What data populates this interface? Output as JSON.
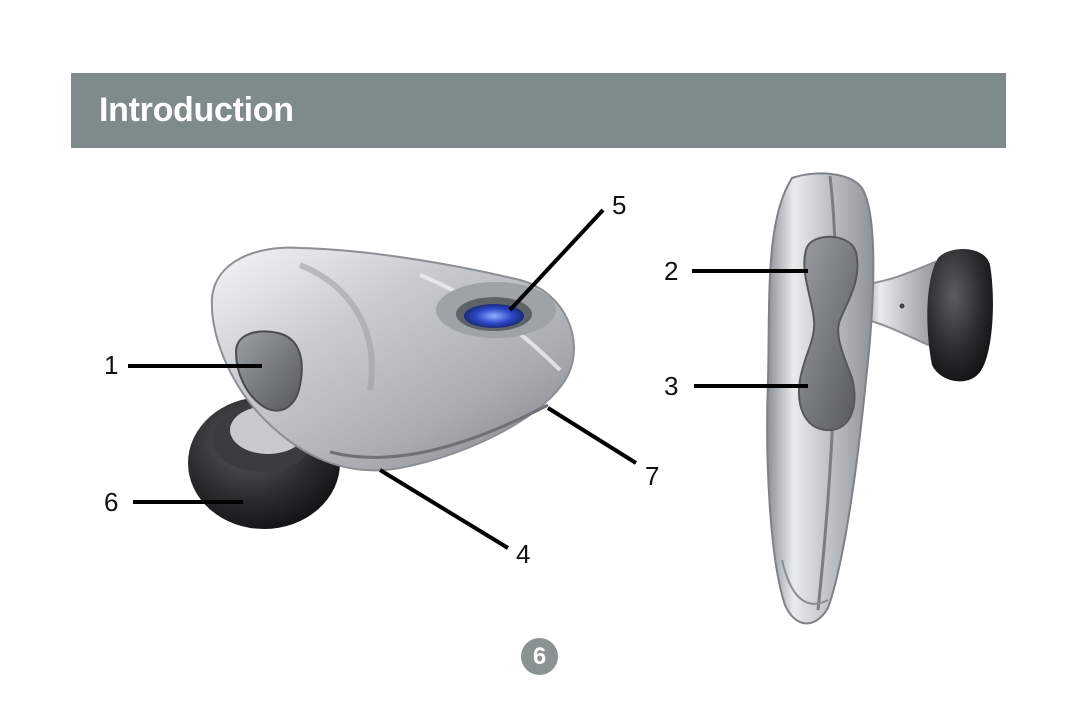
{
  "header": {
    "title": "Introduction",
    "bar_color": "#7f8a8a"
  },
  "callouts": {
    "c1": "1",
    "c2": "2",
    "c3": "3",
    "c4": "4",
    "c5": "5",
    "c6": "6",
    "c7": "7"
  },
  "figures": {
    "left": "headset-three-quarter-view",
    "right": "headset-side-view"
  },
  "footer": {
    "page_number": "6",
    "badge_color": "#8a9292"
  }
}
